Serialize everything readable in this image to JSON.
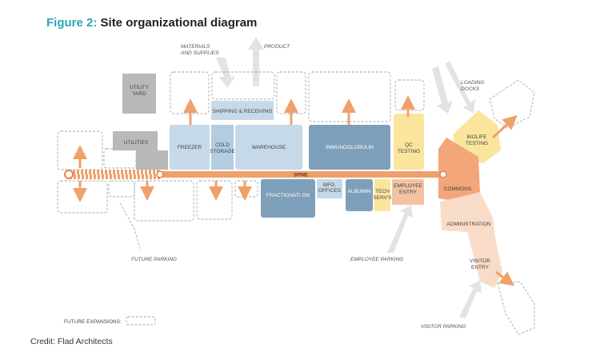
{
  "title": {
    "figure_label": "Figure 2:",
    "text": "Site organizational diagram"
  },
  "credit": "Credit: Flad Architects",
  "colors": {
    "spine": "#f0a06b",
    "spine_dark": "#e8844a",
    "arrow": "#f0a06b",
    "utility_grey": "#b9b9b9",
    "light_blue": "#c5d9e8",
    "dark_blue": "#7d9fba",
    "yellow": "#fbe59d",
    "peach": "#f4c2a2",
    "commons": "#f2a67a",
    "light_peach": "#f9dcc8",
    "dashed": "#aaaaaa",
    "label": "#444444"
  },
  "labels": {
    "utility_yard": [
      "UTILITY",
      "YARD"
    ],
    "utilities": "UTILITIES",
    "shipping": "SHIPPING & RECEIVING",
    "freezer": "FREEZER",
    "cold_storage": [
      "COLD",
      "STORAGE"
    ],
    "warehouse": "WAREHOUSE",
    "immunoglobulin": "IMMUNOGLOBULIN",
    "qc_testing": [
      "QC",
      "TESTING"
    ],
    "biolife_testing": [
      "BIOLIFE",
      "TESTING"
    ],
    "spine": "SPINE",
    "fractionation": "FRACTIONATI ON",
    "mfg_offices": [
      "MFG.",
      "OFFICES"
    ],
    "albumin": "ALBUMIN",
    "tech_servs": [
      "TECH",
      "SERV'S"
    ],
    "employee_entry": [
      "EMPLOYEE",
      "ENTRY"
    ],
    "commons": "COMMONS",
    "administration": "ADMINISTRATION",
    "visitor_entry": [
      "VISITOR",
      "ENTRY"
    ]
  },
  "annotations": {
    "materials": [
      "MATERIALS",
      "AND SUPPLIES"
    ],
    "product": "PRODUCT",
    "loading_docks": [
      "LOADING",
      "DOCKS"
    ],
    "future_parking": "FUTURE PARKING",
    "employee_parking": "EMPLOYEE PARKING",
    "visitor_parking": "VISITOR PARKING"
  },
  "legend": {
    "future_expansions": "FUTURE EXPANSIONS:"
  }
}
